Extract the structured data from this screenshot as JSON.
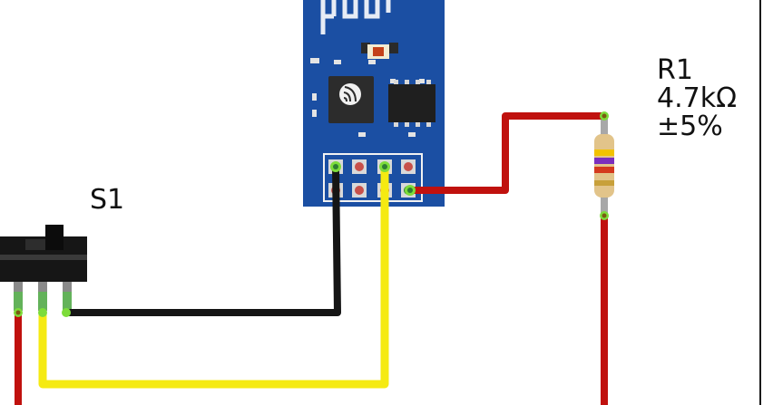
{
  "switch": {
    "label": "S1"
  },
  "resistor": {
    "label": "R1",
    "value": "4.7kΩ",
    "tolerance": "±5%",
    "bands": [
      "#f2c200",
      "#7b2fbe",
      "#d43a1e",
      "#c8a03a"
    ]
  },
  "colors": {
    "pcb": "#1b4fa3",
    "wire_red": "#c0110e",
    "wire_black": "#151515",
    "wire_yellow": "#f5ea12",
    "pin_highlight": "#7ddc3a",
    "frame": "#1a1a1a"
  },
  "icons": {
    "esp_logo": "esp-logo-icon",
    "antenna": "pcb-antenna-icon"
  }
}
